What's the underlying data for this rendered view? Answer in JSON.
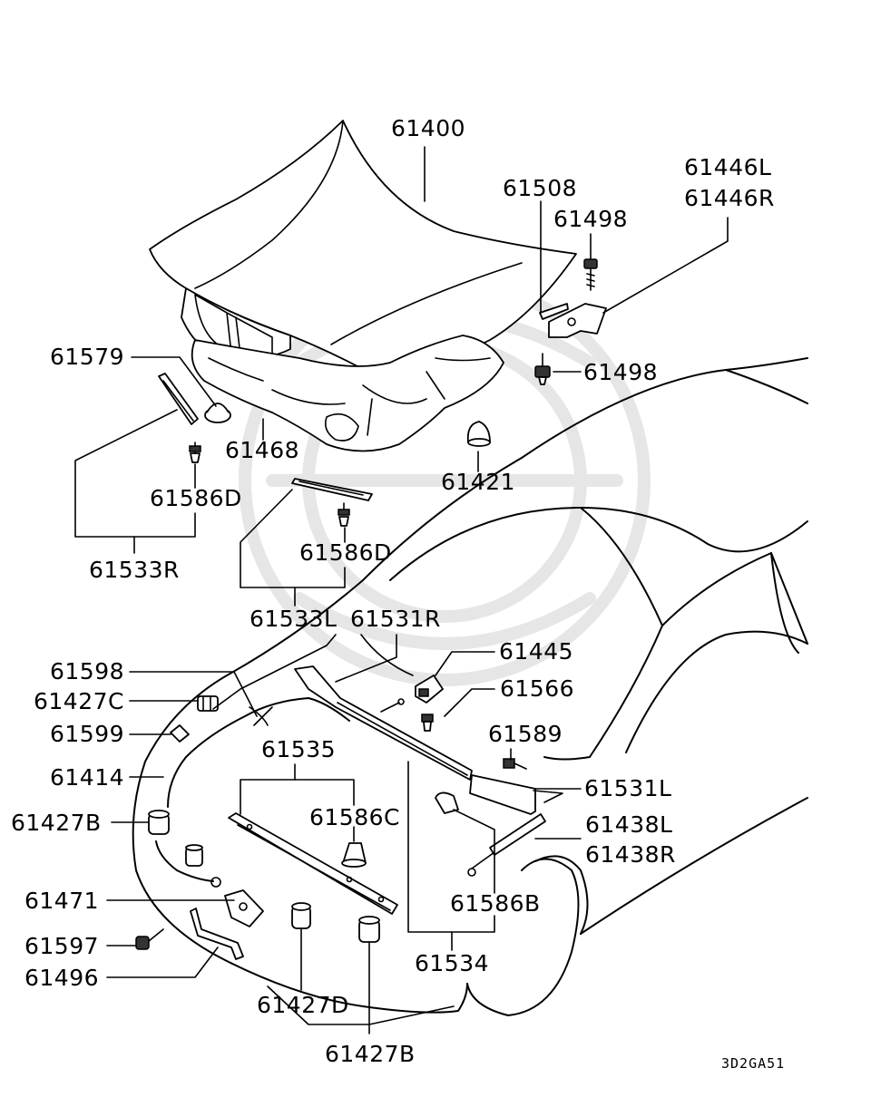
{
  "diagram_code": "3D2GA51",
  "labels": {
    "p61400": "61400",
    "p61508": "61508",
    "p61446L": "61446L",
    "p61446R": "61446R",
    "p61498a": "61498",
    "p61498b": "61498",
    "p61579": "61579",
    "p61468": "61468",
    "p61586Da": "61586D",
    "p61533R": "61533R",
    "p61421": "61421",
    "p61586Db": "61586D",
    "p61533L": "61533L",
    "p61531R": "61531R",
    "p61445": "61445",
    "p61566": "61566",
    "p61589": "61589",
    "p61598": "61598",
    "p61427C": "61427C",
    "p61599": "61599",
    "p61414": "61414",
    "p61535": "61535",
    "p61531L": "61531L",
    "p61427Ba": "61427B",
    "p61586C": "61586C",
    "p61438L": "61438L",
    "p61438R": "61438R",
    "p61471": "61471",
    "p61586B": "61586B",
    "p61597": "61597",
    "p61496": "61496",
    "p61534": "61534",
    "p61427D": "61427D",
    "p61427Bb": "61427B"
  }
}
